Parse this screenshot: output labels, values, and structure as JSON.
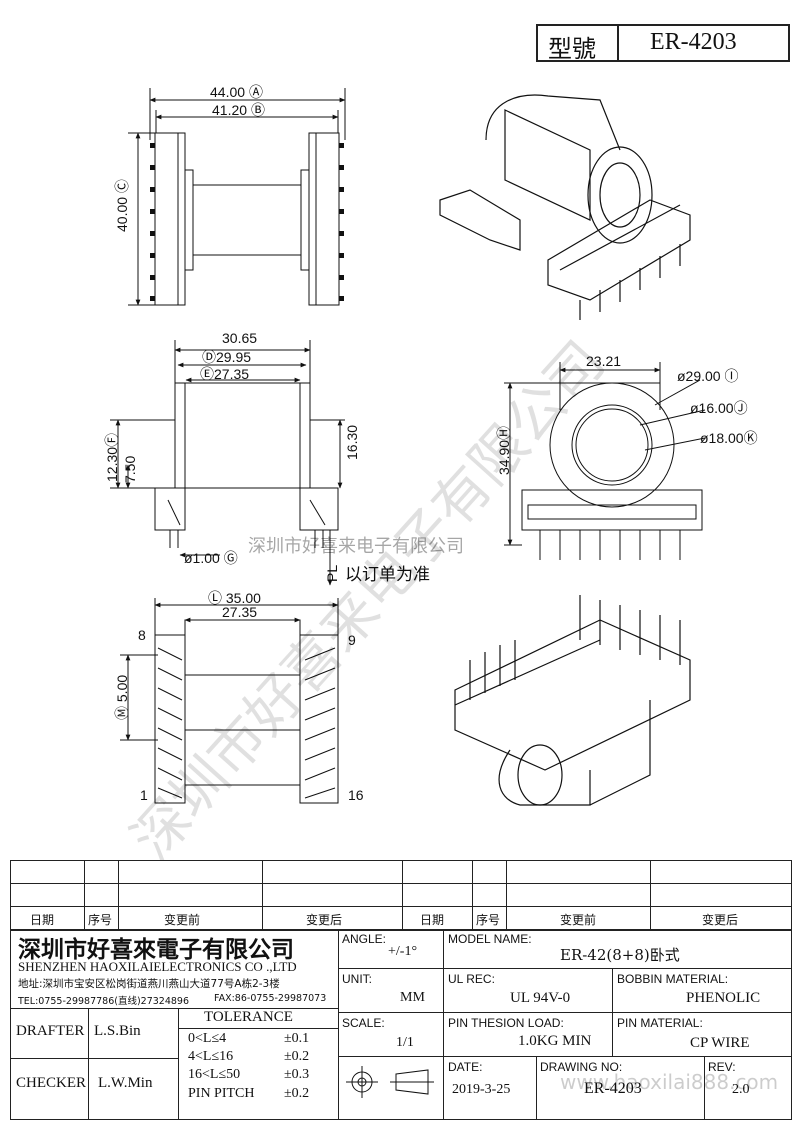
{
  "title_block": {
    "model_label": "型號",
    "model_value": "ER-4203"
  },
  "dimensions": {
    "top_view": {
      "a": "44.00",
      "a_mark": "Ⓐ",
      "b": "41.20",
      "b_mark": "Ⓑ",
      "c": "40.00",
      "c_mark": "Ⓒ"
    },
    "side_view": {
      "outer": "30.65",
      "d": "29.95",
      "d_mark": "Ⓓ",
      "e": "27.35",
      "e_mark": "Ⓔ",
      "f": "12.30",
      "f_mark": "Ⓕ",
      "h1": "7.50",
      "h2": "16.30",
      "g": "ø1.00",
      "g_mark": "Ⓖ",
      "pl": "PL",
      "pl_note": "以订单为准"
    },
    "end_view": {
      "width": "23.21",
      "height": "34.90",
      "h_mark": "Ⓗ",
      "i": "ø29.00",
      "i_mark": "Ⓘ",
      "j": "ø16.00",
      "j_mark": "Ⓙ",
      "k": "ø18.00",
      "k_mark": "Ⓚ"
    },
    "bottom_view": {
      "l": "35.00",
      "l_mark": "Ⓛ",
      "inner": "27.35",
      "m": "5.00",
      "m_mark": "Ⓜ",
      "pin8": "8",
      "pin9": "9",
      "pin1": "1",
      "pin16": "16"
    }
  },
  "watermarks": {
    "diagonal": "深圳市好喜来电子有限公司",
    "center": "深圳市好喜来电子有限公司",
    "bottom": "www.haoxilai888.com"
  },
  "revision_table": {
    "headers": [
      "日期",
      "序号",
      "变更前",
      "变更后",
      "日期",
      "序号",
      "变更前",
      "变更后"
    ]
  },
  "company": {
    "name_cn": "深圳市好喜來電子有限公司",
    "name_en": "SHENZHEN HAOXILAIELECTRONICS CO .,LTD",
    "address": "地址:深圳市宝安区松岗街道燕川燕山大道77号A栋2-3楼",
    "tel": "TEL:0755-29987786(直线)27324896",
    "fax": "FAX:86-0755-29987073"
  },
  "people": {
    "drafter_label": "DRAFTER",
    "drafter": "L.S.Bin",
    "checker_label": "CHECKER",
    "checker": "L.W.Min"
  },
  "tolerance": {
    "title": "TOLERANCE",
    "rows": [
      {
        "range": "0<L≤4",
        "value": "±0.1"
      },
      {
        "range": "4<L≤16",
        "value": "±0.2"
      },
      {
        "range": "16<L≤50",
        "value": "±0.3"
      },
      {
        "range": "PIN PITCH",
        "value": "±0.2"
      }
    ]
  },
  "specs": {
    "angle_label": "ANGLE:",
    "angle": "+/-1°",
    "model_name_label": "MODEL NAME:",
    "model_name": "ER-42(8+8)卧式",
    "unit_label": "UNIT:",
    "unit": "MM",
    "ul_label": "UL REC:",
    "ul": "UL 94V-0",
    "bobbin_label": "BOBBIN MATERIAL:",
    "bobbin": "PHENOLIC",
    "scale_label": "SCALE:",
    "scale": "1/1",
    "load_label": "PIN THESION LOAD:",
    "load": "1.0KG MIN",
    "pin_label": "PIN MATERIAL:",
    "pin": "CP  WIRE",
    "date_label": "DATE:",
    "date": "2019-3-25",
    "drawing_label": "DRAWING NO:",
    "drawing": "ER-4203",
    "rev_label": "REV:",
    "rev": "2.0"
  }
}
